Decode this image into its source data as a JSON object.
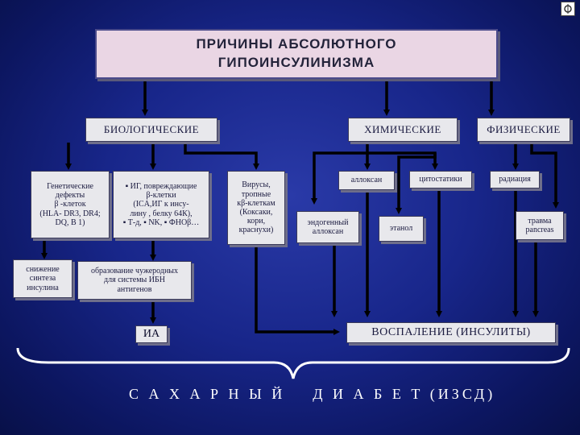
{
  "title": "ПРИЧИНЫ  АБСОЛЮТНОГО\nГИПОИНСУЛИНИЗМА",
  "categories": {
    "bio": "БИОЛОГИЧЕСКИЕ",
    "chem": "ХИМИЧЕСКИЕ",
    "phys": "ФИЗИЧЕСКИЕ"
  },
  "bio": {
    "genetic": "Генетические\nдефекты\nβ -клеток\n(HLA- DR3, DR4;\nDQ, B 1)",
    "immune": "▪ ИГ, повреждающие\nβ-клетки\n(ICA,ИГ к инсу-\nлину    , белку 64К),\n▪ Т-д, ▪ NK, ▪ ФНОβ…",
    "viruses": "Вирусы,\nтропные\nкβ-клеткам\n(Коксаки,\nкори,\nкраснухи)",
    "synthesis": "снижение\nсинтеза\nинсулина",
    "antigens": "образование чужеродных\nдля системы ИБН\nантигенов"
  },
  "chem": {
    "alloxan": "аллоксан",
    "endogenous": "эндогенный\nаллоксан",
    "cytostatics": "цитостатики",
    "ethanol": "этанол"
  },
  "phys": {
    "radiation": "радиация",
    "trauma": "травма\npancreas"
  },
  "outcomes": {
    "ia": "ИА",
    "inflammation": "ВОСПАЛЕНИЕ (ИНСУЛИТЫ)"
  },
  "final": "С А Х А Р Н Ы Й    Д И А Б Е Т (ИЗСД)"
}
